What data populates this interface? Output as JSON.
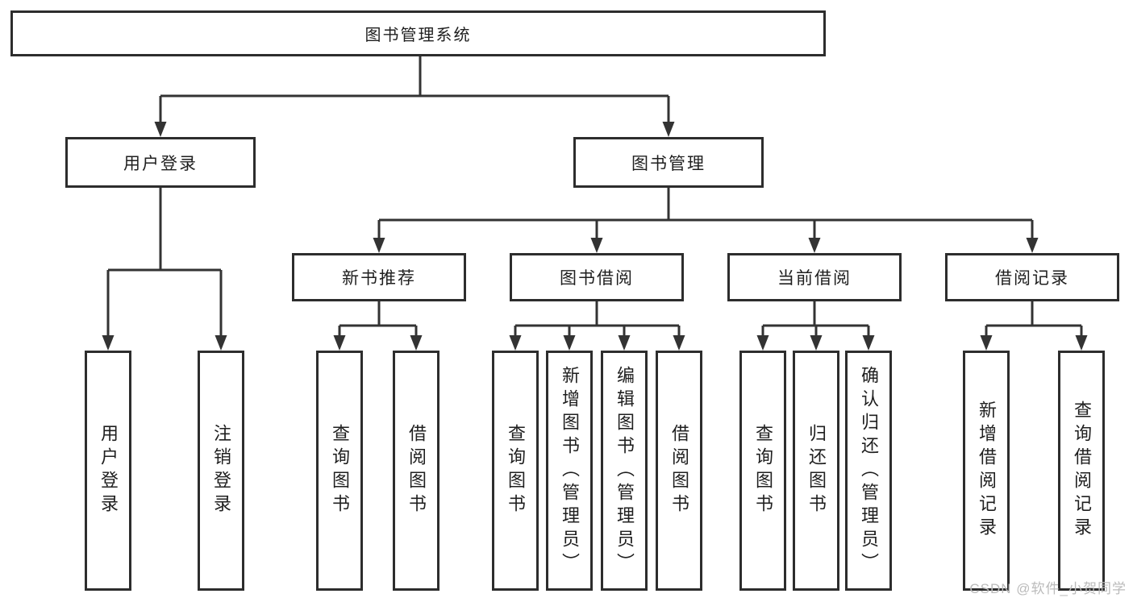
{
  "diagram": {
    "root": "图书管理系统",
    "level2": [
      "用户登录",
      "图书管理"
    ],
    "level3": [
      "新书推荐",
      "图书借阅",
      "当前借阅",
      "借阅记录"
    ],
    "leaves": {
      "user_login": [
        "用户登录",
        "注销登录"
      ],
      "new_books": [
        "查询图书",
        "借阅图书"
      ],
      "book_borrowing": [
        "查询图书",
        "新增图书（管理员）",
        "编辑图书（管理员）",
        "借阅图书"
      ],
      "current_borrowing": [
        "查询图书",
        "归还图书",
        "确认归还（管理员）"
      ],
      "borrowing_records": [
        "新增借阅记录",
        "查询借阅记录"
      ]
    }
  },
  "watermark": "CSDN @软件_小贺同学",
  "colors": {
    "line": "#333333",
    "box_border": "#2d2d2d",
    "text": "#1f1f1f",
    "watermark": "#bbbbbb",
    "background": "#ffffff"
  }
}
